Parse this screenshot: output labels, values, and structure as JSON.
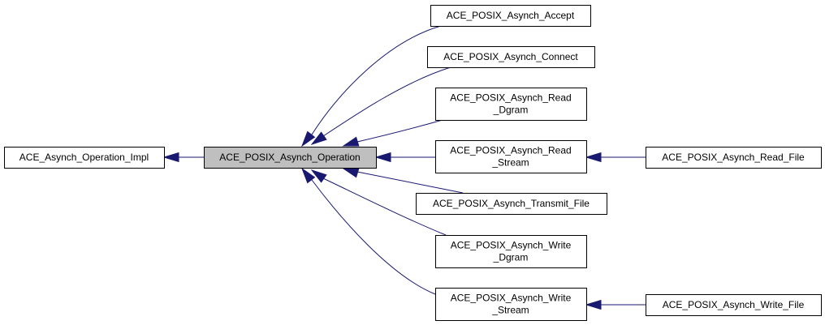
{
  "diagram": {
    "type": "inheritance-graph",
    "edge_color": "#191970",
    "focus_fill": "#bfbfbf",
    "nodes": [
      {
        "id": "impl",
        "lines": [
          "ACE_Asynch_Operation_Impl"
        ],
        "focus": false
      },
      {
        "id": "op",
        "lines": [
          "ACE_POSIX_Asynch_Operation"
        ],
        "focus": true
      },
      {
        "id": "accept",
        "lines": [
          "ACE_POSIX_Asynch_Accept"
        ],
        "focus": false
      },
      {
        "id": "connect",
        "lines": [
          "ACE_POSIX_Asynch_Connect"
        ],
        "focus": false
      },
      {
        "id": "readdgram",
        "lines": [
          "ACE_POSIX_Asynch_Read",
          "_Dgram"
        ],
        "focus": false
      },
      {
        "id": "readstream",
        "lines": [
          "ACE_POSIX_Asynch_Read",
          "_Stream"
        ],
        "focus": false
      },
      {
        "id": "transmit",
        "lines": [
          "ACE_POSIX_Asynch_Transmit_File"
        ],
        "focus": false
      },
      {
        "id": "writedgram",
        "lines": [
          "ACE_POSIX_Asynch_Write",
          "_Dgram"
        ],
        "focus": false
      },
      {
        "id": "writestream",
        "lines": [
          "ACE_POSIX_Asynch_Write",
          "_Stream"
        ],
        "focus": false
      },
      {
        "id": "readfile",
        "lines": [
          "ACE_POSIX_Asynch_Read_File"
        ],
        "focus": false
      },
      {
        "id": "writefile",
        "lines": [
          "ACE_POSIX_Asynch_Write_File"
        ],
        "focus": false
      }
    ],
    "edges": [
      {
        "from": "op",
        "to": "impl"
      },
      {
        "from": "accept",
        "to": "op"
      },
      {
        "from": "connect",
        "to": "op"
      },
      {
        "from": "readdgram",
        "to": "op"
      },
      {
        "from": "readstream",
        "to": "op"
      },
      {
        "from": "transmit",
        "to": "op"
      },
      {
        "from": "writedgram",
        "to": "op"
      },
      {
        "from": "writestream",
        "to": "op"
      },
      {
        "from": "readfile",
        "to": "readstream"
      },
      {
        "from": "writefile",
        "to": "writestream"
      }
    ]
  }
}
